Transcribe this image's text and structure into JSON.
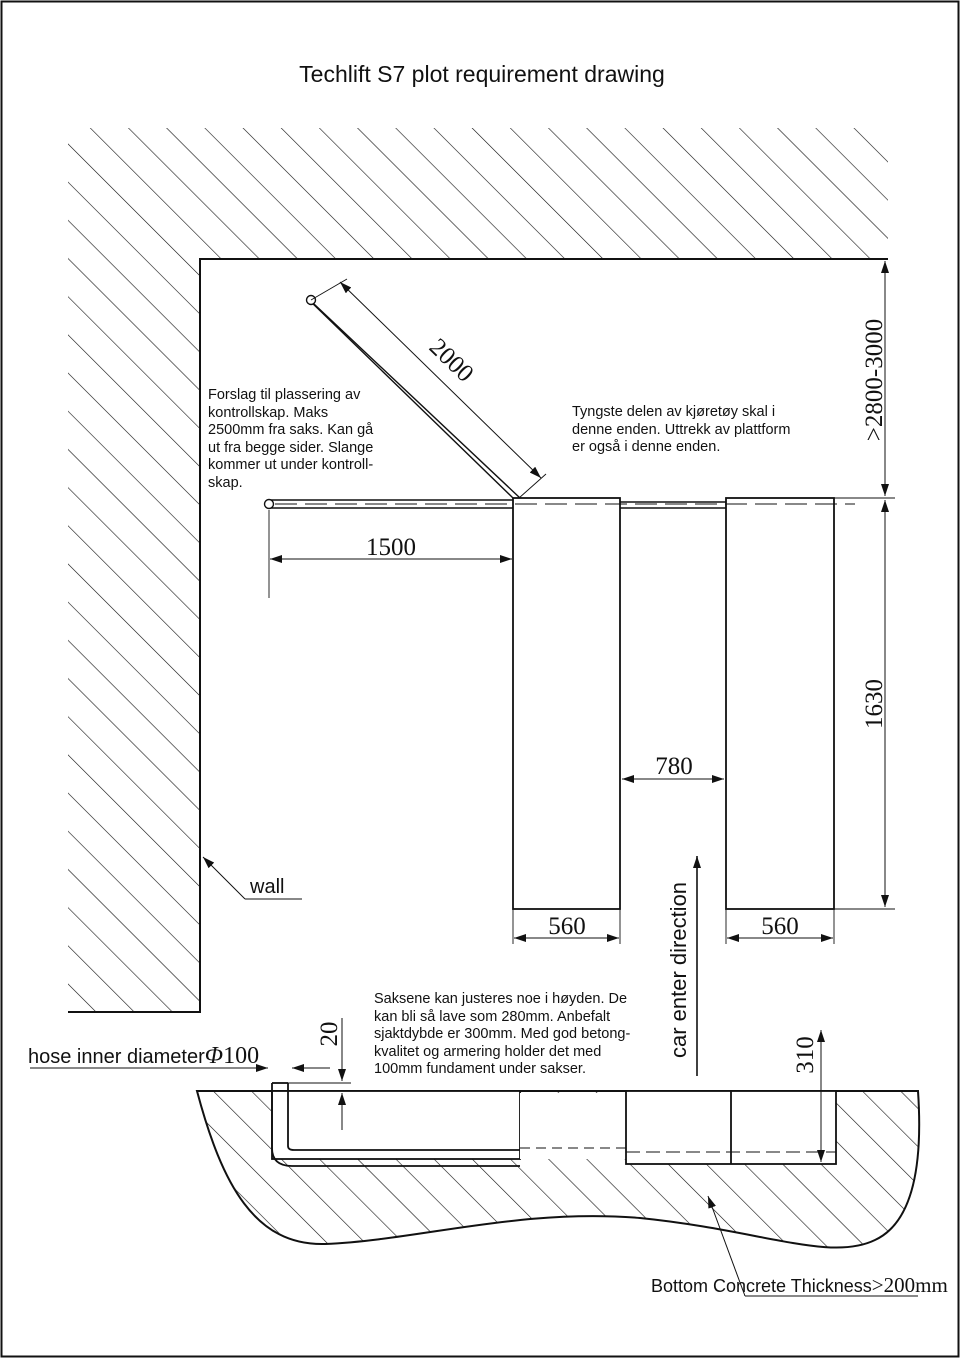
{
  "title": "Techlift S7 plot requirement drawing",
  "colors": {
    "line": "#111111",
    "background": "#ffffff"
  },
  "dimensions": {
    "arm_length": "2000",
    "arm_reach": "1500",
    "ceiling_height": ">2800-3000",
    "platform_length": "1630",
    "platform_gap": "780",
    "platform_width_left": "560",
    "platform_width_right": "560",
    "pit_depth": "310",
    "hose_offset": "20"
  },
  "labels": {
    "wall": "wall",
    "car_direction": "car enter direction",
    "hose_prefix": "hose inner diameter",
    "hose_symbol": "Φ",
    "hose_value": "100",
    "concrete_prefix": "Bottom Concrete Thickness",
    "concrete_value": ">200mm"
  },
  "notes": {
    "control_box": "Forslag til plassering av\nkontrollskap. Maks\n2500mm fra saks. Kan gå\nut fra begge sider. Slange\nkommer ut under kontroll-\nskap.",
    "heavy_end": "Tyngste delen av kjøretøy skal i\ndenne enden. Uttrekk av plattform\ner også i denne enden.",
    "height_adjust": "Saksene kan justeres noe i høyden. De\nkan bli så lave som 280mm. Anbefalt\nsjaktdybde er 300mm. Med god betong-\nkvalitet og armering holder det med\n100mm fundament under sakser."
  }
}
